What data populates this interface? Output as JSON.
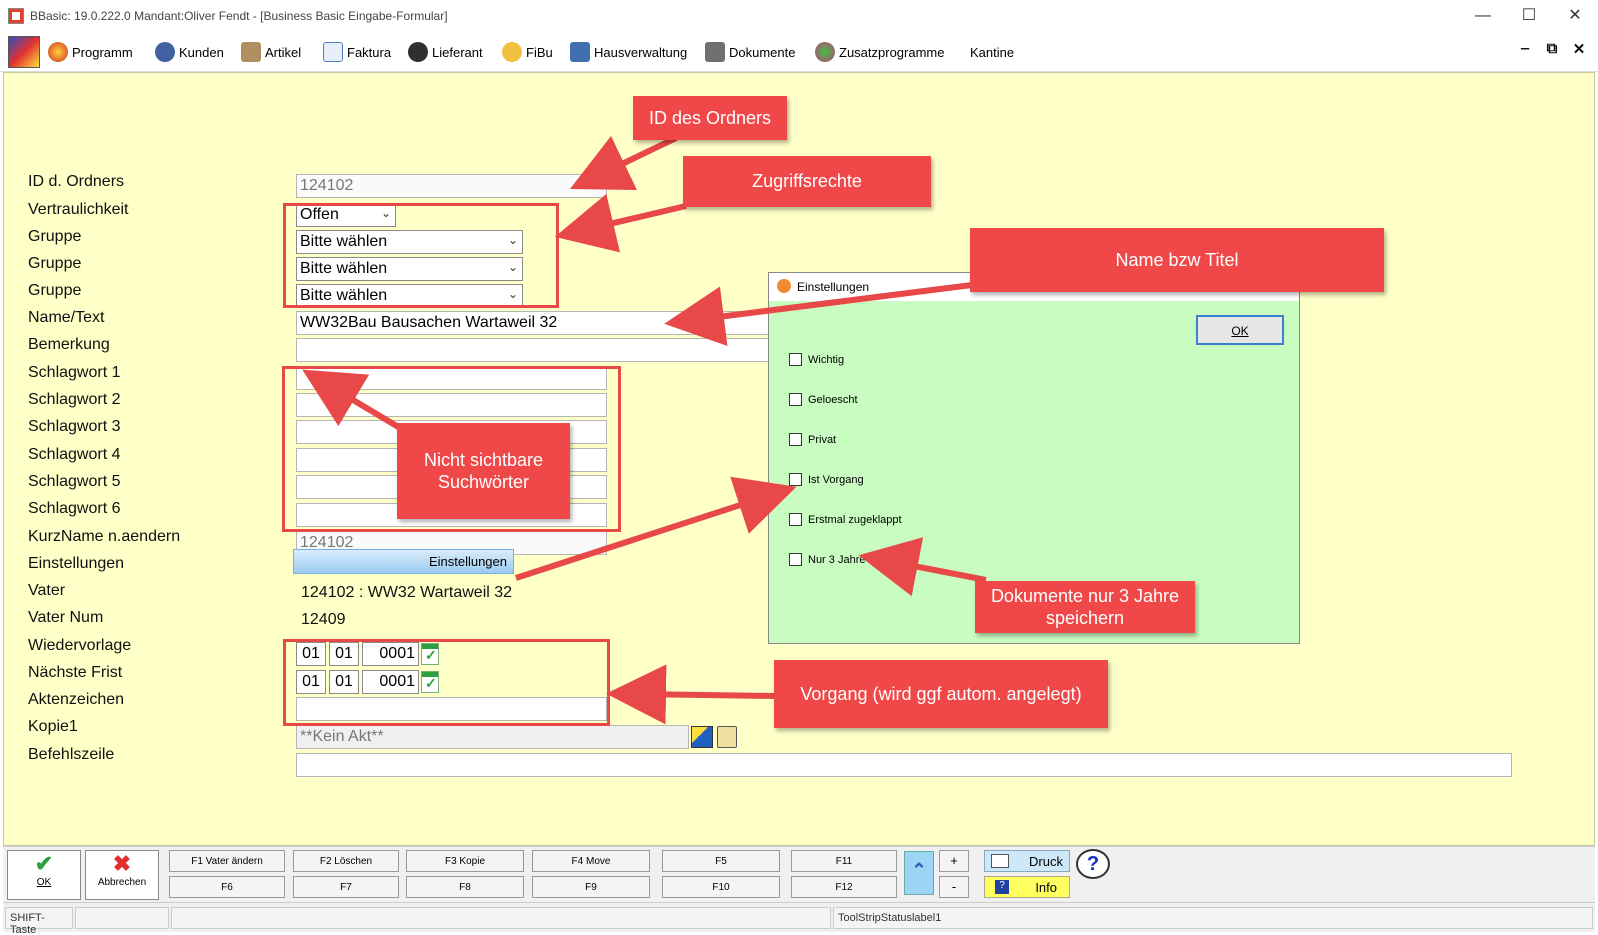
{
  "window": {
    "title": "BBasic: 19.0.222.0 Mandant:Oliver Fendt  - [Business Basic Eingabe-Formular]",
    "minimize": "—",
    "maximize": "☐",
    "close": "✕"
  },
  "menu": {
    "items": [
      {
        "label": "Programm",
        "color": "#d03020"
      },
      {
        "label": "Kunden",
        "color": "#4060a0"
      },
      {
        "label": "Artikel",
        "color": "#806040"
      },
      {
        "label": "Faktura",
        "color": "#5080c0"
      },
      {
        "label": "Lieferant",
        "color": "#303030"
      },
      {
        "label": "FiBu",
        "color": "#e0a020"
      },
      {
        "label": "Hausverwaltung",
        "color": "#4070b0"
      },
      {
        "label": "Dokumente",
        "color": "#606060"
      },
      {
        "label": "Zusatzprogramme",
        "color": "#c04080"
      },
      {
        "label": "Kantine",
        "color": ""
      }
    ],
    "mdi_minimize": "‒",
    "mdi_restore": "⧉",
    "mdi_close": "✕"
  },
  "form": {
    "labels": {
      "id": "ID d. Ordners",
      "vertraulichkeit": "Vertraulichkeit",
      "gruppe1": "Gruppe",
      "gruppe2": "Gruppe",
      "gruppe3": "Gruppe",
      "name": "Name/Text",
      "bemerkung": "Bemerkung",
      "sw1": "Schlagwort 1",
      "sw2": "Schlagwort 2",
      "sw3": "Schlagwort 3",
      "sw4": "Schlagwort 4",
      "sw5": "Schlagwort 5",
      "sw6": "Schlagwort 6",
      "kurzname": "KurzName n.aendern",
      "einstellungen": "Einstellungen",
      "vater": "Vater",
      "vaternum": "Vater Num",
      "wiedervorlage": "Wiedervorlage",
      "frist": "Nächste Frist",
      "aktenzeichen": "Aktenzeichen",
      "kopie1": "Kopie1",
      "befehlszeile": "Befehlszeile"
    },
    "values": {
      "id": "124102",
      "vertraulichkeit": "Offen",
      "gruppe1": "Bitte wählen",
      "gruppe2": "Bitte wählen",
      "gruppe3": "Bitte wählen",
      "name": "WW32Bau Bausachen Wartaweil 32",
      "bemerkung": "",
      "kurzname": "124102",
      "einstellungen_button": "Einstellungen",
      "vater": "124102 : WW32 Wartaweil 32",
      "vaternum": "12409",
      "wiedervorlage_day": "01",
      "wiedervorlage_month": "01",
      "wiedervorlage_year": "0001",
      "frist_day": "01",
      "frist_month": "01",
      "frist_year": "0001",
      "aktenzeichen": "",
      "kopie1": "**Kein Akt**",
      "befehlszeile": ""
    }
  },
  "callouts": {
    "id": "ID des Ordners",
    "rights": "Zugriffsrechte",
    "name": "Name bzw Titel",
    "hidden1": "Nicht sichtbare",
    "hidden2": "Suchwörter",
    "docs1": "Dokumente nur 3 Jahre",
    "docs2": "speichern",
    "vorgang": "Vorgang (wird ggf autom. angelegt)"
  },
  "dialog": {
    "title": "Einstellungen",
    "ok": "OK",
    "options": [
      "Wichtig",
      "Geloescht",
      "Privat",
      "Ist Vorgang",
      "Erstmal zugeklappt",
      "Nur 3 Jahre"
    ]
  },
  "toolbar": {
    "ok": "OK",
    "abbrechen": "Abbrechen",
    "f1": "F1 Vater ändern",
    "f2": "F2 Löschen",
    "f3": "F3 Kopie",
    "f4": "F4 Move",
    "f5": "F5",
    "f11": "F11",
    "f6": "F6",
    "f7": "F7",
    "f8": "F8",
    "f9": "F9",
    "f10": "F10",
    "f12": "F12",
    "plus": "+",
    "minus": "-",
    "druck": "Druck",
    "info": "Info",
    "help": "?"
  },
  "statusbar": {
    "shift": "SHIFT-Taste",
    "label1": "ToolStripStatuslabel1"
  }
}
